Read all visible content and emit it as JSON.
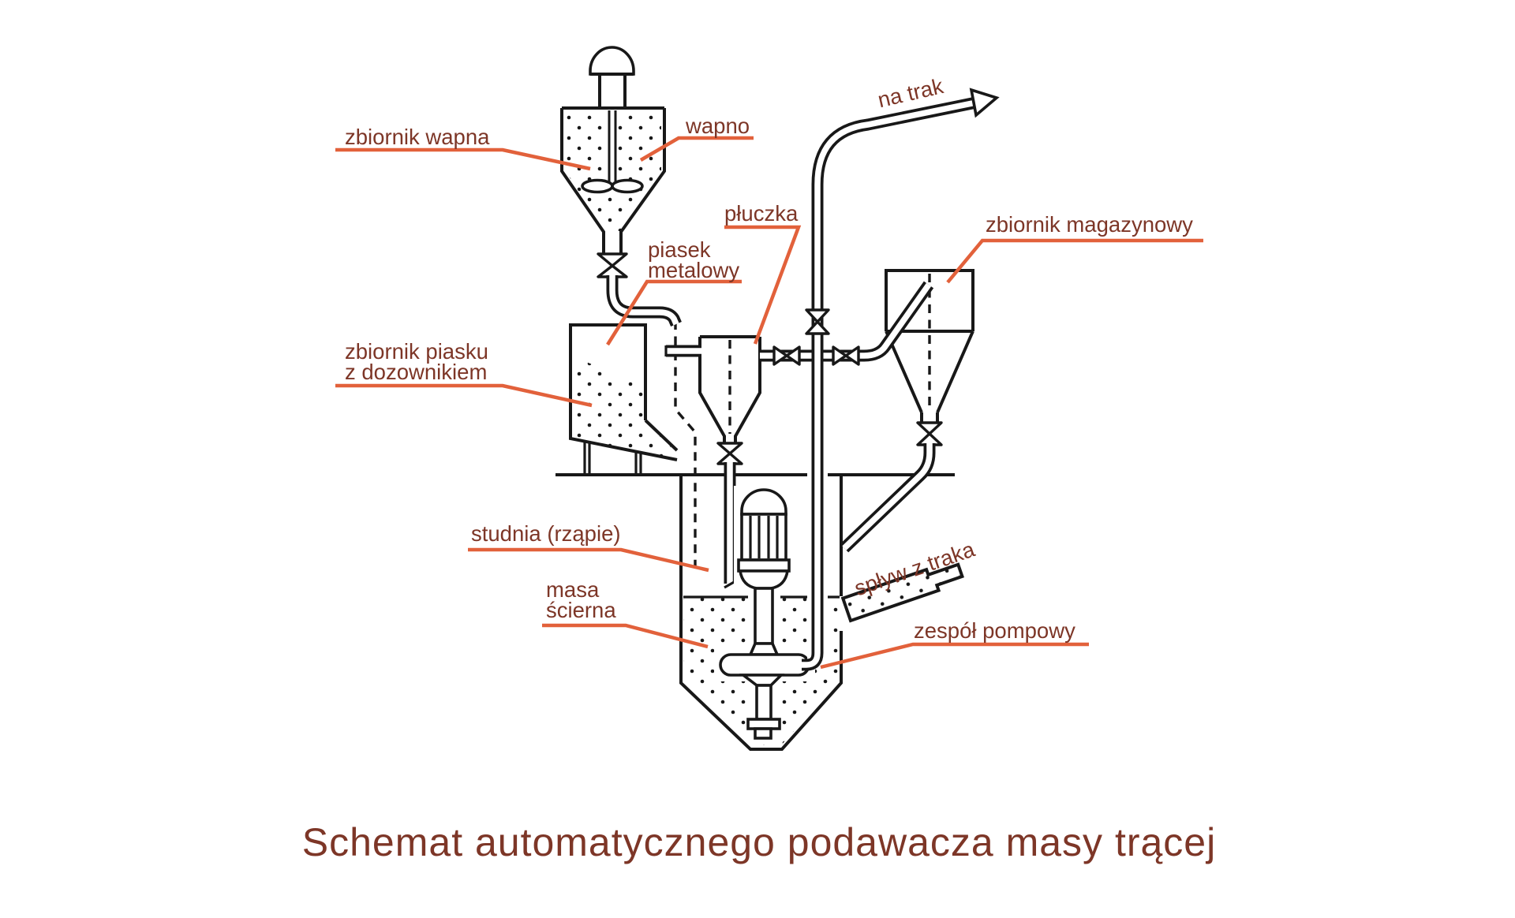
{
  "title": "Schemat automatycznego podawacza masy trącej",
  "colors": {
    "line": "#181818",
    "label": "#7d3627",
    "leader": "#e2613b",
    "background": "#ffffff"
  },
  "labels": {
    "zbiornik_wapna": "zbiornik wapna",
    "wapno": "wapno",
    "piasek_metalowy": {
      "line1": "piasek",
      "line2": "metalowy"
    },
    "zbiornik_piasku": {
      "line1": "zbiornik piasku",
      "line2": "z dozownikiem"
    },
    "pluczka": "płuczka",
    "zbiornik_magazynowy": "zbiornik magazynowy",
    "na_trak": "na trak",
    "studnia": "studnia (rząpie)",
    "masa_scierna": {
      "line1": "masa",
      "line2": "ścierna"
    },
    "splyw_z_traka": "spływ z traka",
    "zespol_pompowy": "zespół pompowy"
  }
}
